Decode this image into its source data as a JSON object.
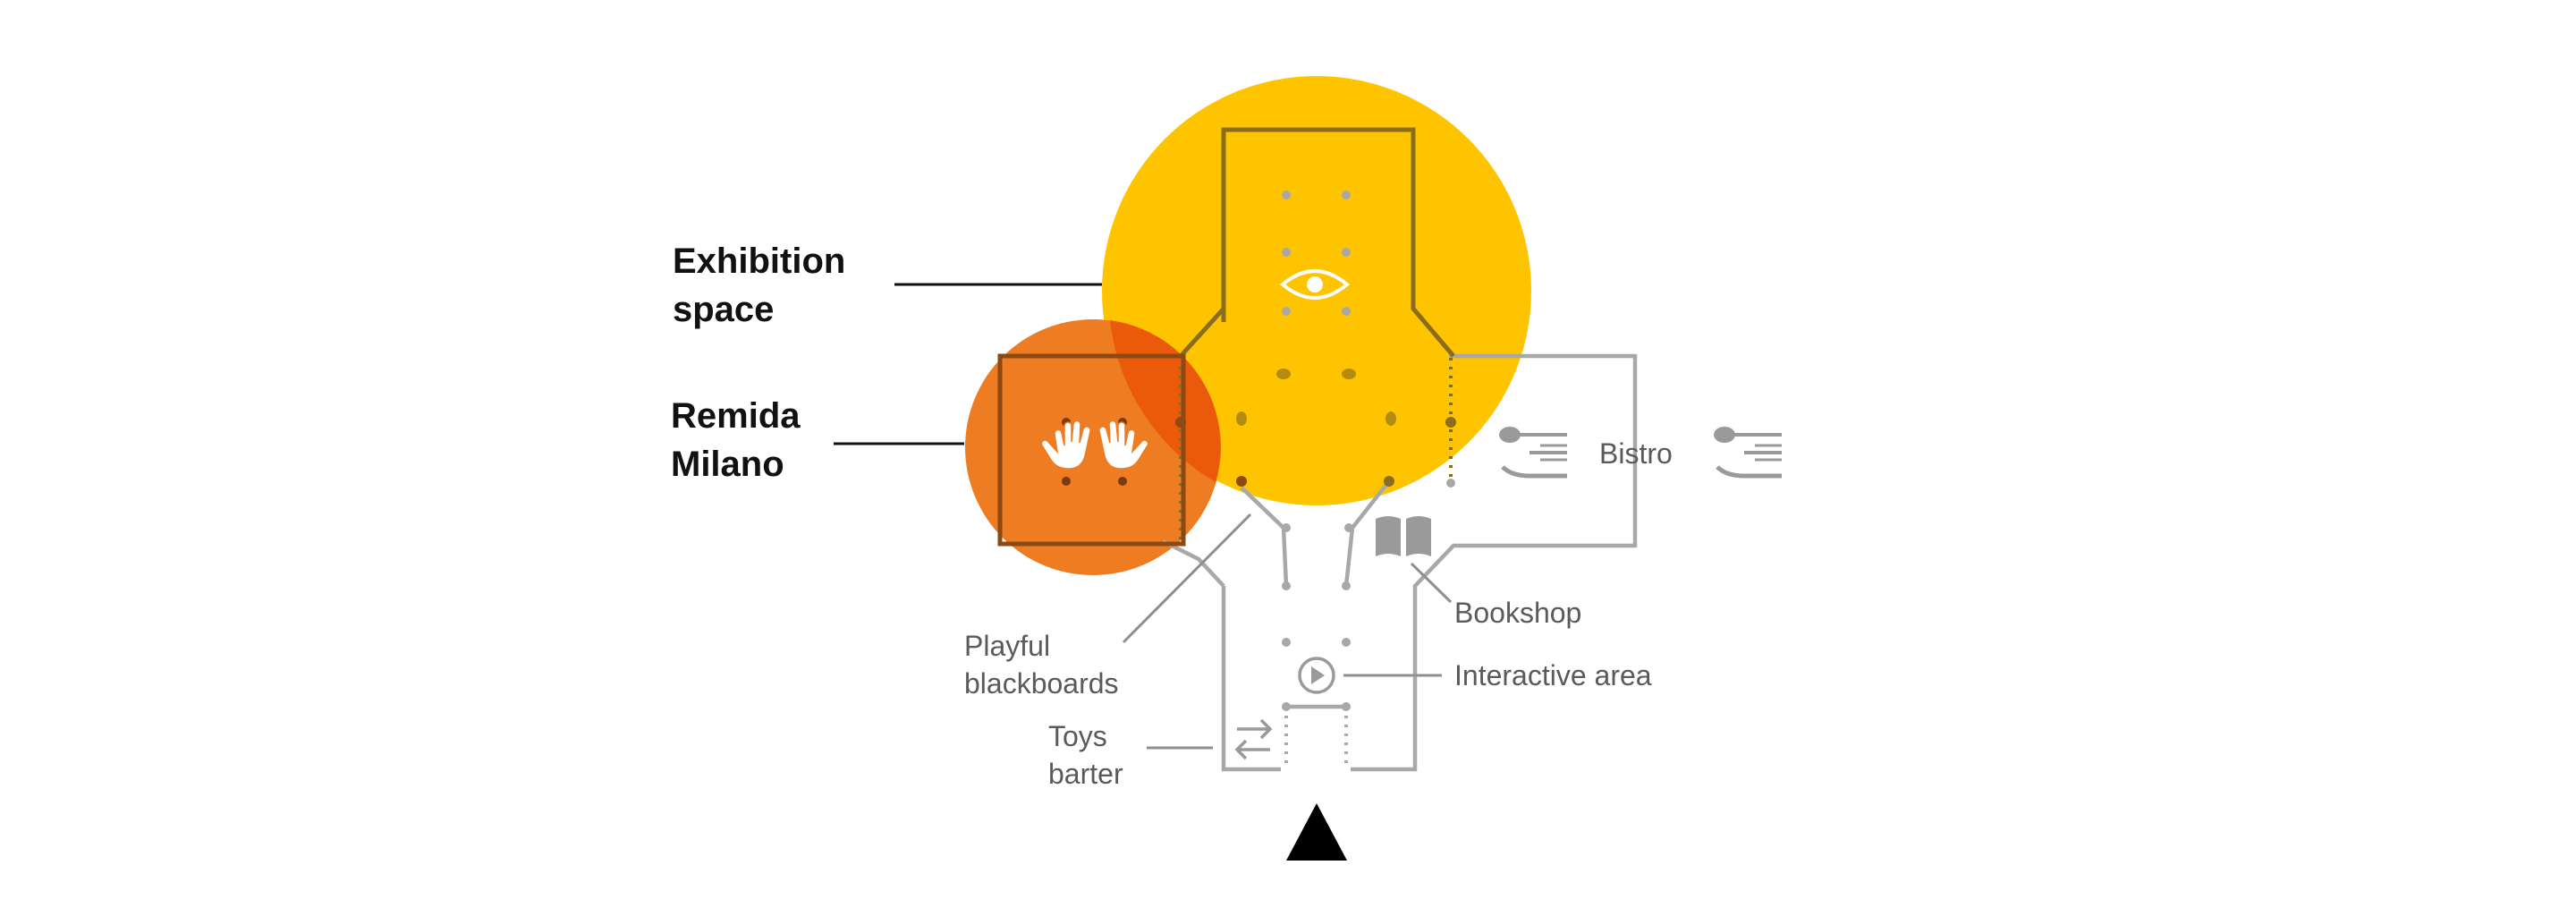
{
  "labels": {
    "exhibition_space": [
      "Exhibition",
      "space"
    ],
    "remida_milano": [
      "Remida",
      "Milano"
    ],
    "bistro": "Bistro",
    "bookshop": "Bookshop",
    "interactive_area": "Interactive area",
    "playful_blackboards": [
      "Playful",
      "blackboards"
    ],
    "toys_barter": [
      "Toys",
      "barter"
    ]
  },
  "colors": {
    "exhibition_circle": "#FFC400",
    "remida_circle": "#EE7C22",
    "overlap": "#EA5A0A",
    "floor_plan_walls": "#A8A8A8",
    "icons": "#9A9A9A",
    "leader_main": "#111111",
    "entrance_arrow": "#000000"
  },
  "icons": [
    "eye-icon",
    "hands-icon",
    "cutlery-icon",
    "book-icon",
    "play-icon",
    "swap-arrows-icon",
    "entrance-arrow-icon"
  ]
}
